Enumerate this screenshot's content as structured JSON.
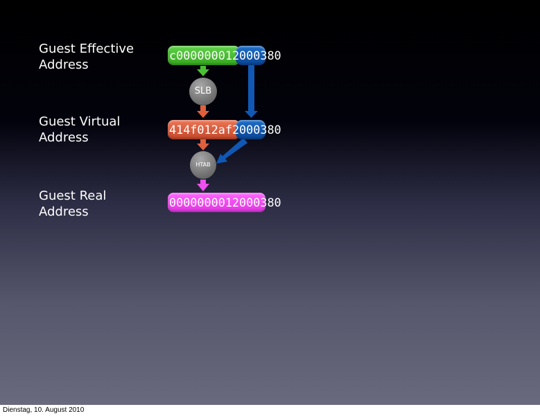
{
  "labels": {
    "effective": [
      "Guest Effective",
      "Address"
    ],
    "virtual": [
      "Guest Virtual",
      "Address"
    ],
    "real": [
      "Guest Real",
      "Address"
    ]
  },
  "addresses": {
    "effective": {
      "prefix": "c00000001",
      "suffix": "2000380"
    },
    "virtual": {
      "prefix": "414f012af",
      "suffix": "2000380"
    },
    "real": {
      "full": "0000000012000380"
    }
  },
  "nodes": {
    "slb": "SLB",
    "htab": "HTAB"
  },
  "colors": {
    "green": "#3fb82a",
    "orange": "#d65a3a",
    "pink": "#f04cf0",
    "blue": "#0a55b0",
    "node_gray": "#808080"
  },
  "footer": {
    "date": "Dienstag, 10. August 2010"
  }
}
